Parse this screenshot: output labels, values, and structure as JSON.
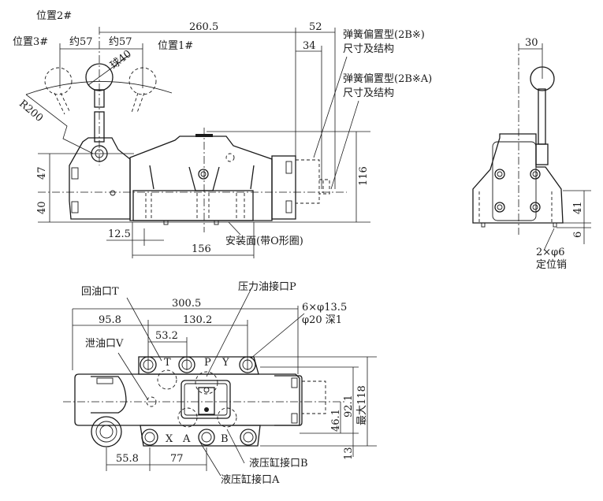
{
  "figure": {
    "views": {
      "front_view": {
        "labels": {
          "position_1": "位置1#",
          "position_2": "位置2#",
          "position_3": "位置3#",
          "ball": "球40",
          "radius": "R200",
          "mounting_surface": "安装面(带O形圈)",
          "spring_offset_2b": "弹簧偏置型(2B※)",
          "spring_offset_2b_sub": "尺寸及结构",
          "spring_offset_2ba": "弹簧偏置型(2B※A)",
          "spring_offset_2ba_sub": "尺寸及结构"
        },
        "dimensions": {
          "lever_angle_left": "约57",
          "lever_angle_right": "约57",
          "lever_to_end": "260.5",
          "spring_2b_length": "52",
          "spring_2ba_length": "34",
          "height_total": "116",
          "height_upper": "47",
          "height_lower": "40",
          "offset_left": "12.5",
          "mount_width": "156"
        }
      },
      "side_view": {
        "labels": {
          "locating_pin": "2×φ6",
          "locating_pin_sub": "定位销"
        },
        "dimensions": {
          "lever_offset": "30",
          "base_height": "41",
          "pin_height": "6"
        }
      },
      "top_view": {
        "labels": {
          "return_port": "回油口T",
          "pressure_port": "压力油接口P",
          "drain_port": "泄油口V",
          "cylinder_port_a": "液压缸接口A",
          "cylinder_port_b": "液压缸接口B",
          "holes": "6×φ13.5",
          "holes_sub": "φ20 深1",
          "port_letters": [
            "T",
            "P",
            "Y",
            "X",
            "A",
            "B"
          ]
        },
        "dimensions": {
          "overall_length": "300.5",
          "left_to_first_hole": "95.8",
          "hole_span": "130.2",
          "hole_pitch": "53.2",
          "bottom_left": "55.8",
          "bottom_pitch": "77",
          "height_46": "46.1",
          "height_92": "92.1",
          "height_max": "最大118",
          "offset_13": "13"
        }
      }
    }
  }
}
